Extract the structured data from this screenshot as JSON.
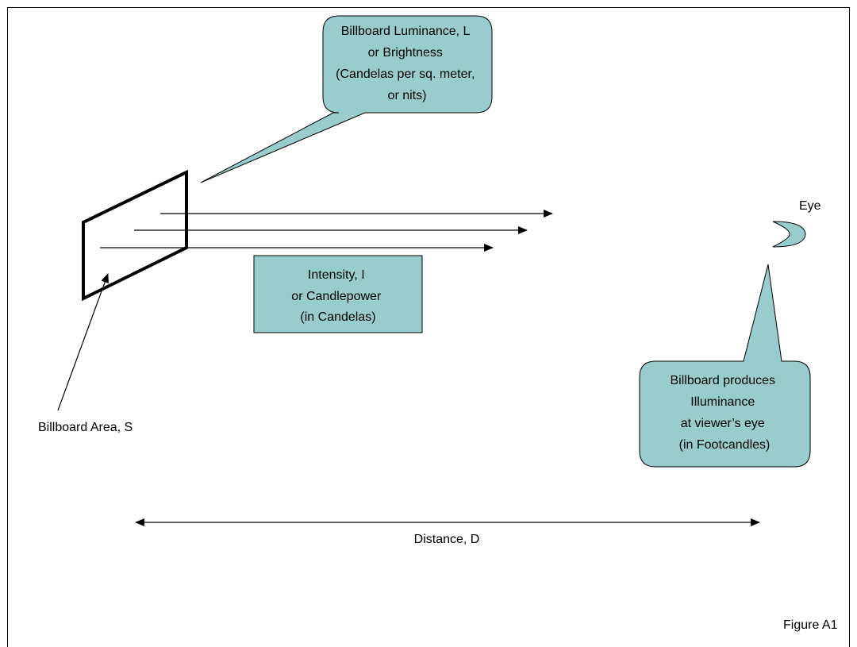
{
  "callouts": {
    "luminance": {
      "lines": [
        "Billboard Luminance, L",
        "or Brightness",
        "(Candelas per sq. meter,",
        "or nits)"
      ]
    },
    "illuminance": {
      "lines": [
        "Billboard  produces",
        "Illuminance",
        "at viewer’s eye",
        "(in Footcandles)"
      ]
    }
  },
  "intensity_box": {
    "lines": [
      "Intensity, I",
      "or Candlepower",
      "(in Candelas)"
    ]
  },
  "labels": {
    "eye": "Eye",
    "billboard_area": "Billboard Area, S",
    "distance": "Distance, D",
    "figure": "Figure A1"
  },
  "colors": {
    "callout_fill": "#99cccc",
    "box_fill": "#99cccc",
    "stroke": "#000000",
    "background": "#ffffff"
  }
}
